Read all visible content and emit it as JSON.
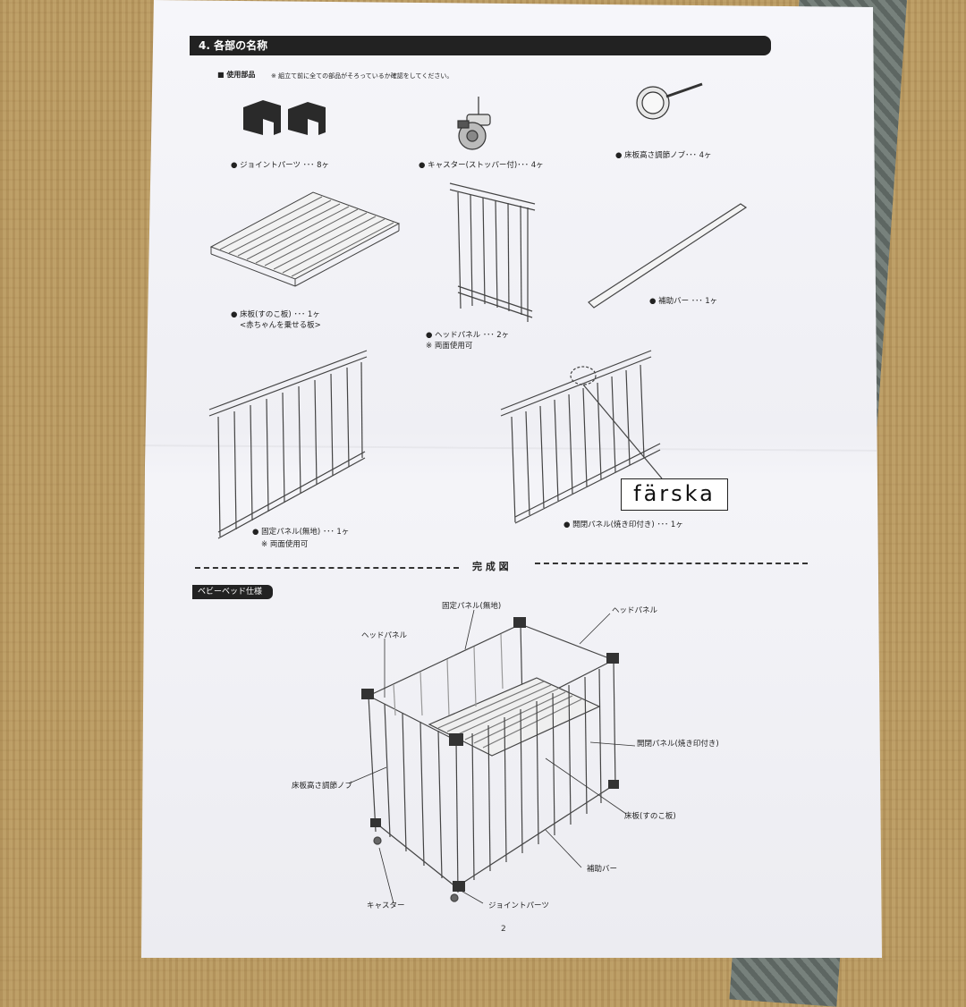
{
  "header": {
    "title": "4. 各部の名称"
  },
  "parts_section": {
    "heading": "■ 使用部品",
    "note": "※ 組立て前に全ての部品がそろっているか確認をしてください。"
  },
  "parts": [
    {
      "label": "● ジョイントパーツ ･･･ 8ヶ"
    },
    {
      "label": "● キャスター(ストッパー付)･･･ 4ヶ"
    },
    {
      "label": "● 床板高さ調節ノブ･･･ 4ヶ"
    },
    {
      "label": "● 床板(すのこ板) ･･･ 1ヶ",
      "sub": "<赤ちゃんを乗せる板>"
    },
    {
      "label": "● ヘッドパネル ･･･ 2ヶ",
      "sub": "※ 両面使用可"
    },
    {
      "label": "● 補助バー ･･･ 1ヶ"
    },
    {
      "label": "● 固定パネル(無地) ･･･ 1ヶ",
      "sub": "※ 両面使用可"
    },
    {
      "label": "● 開閉パネル(焼き印付き) ･･･ 1ヶ"
    }
  ],
  "logo": "färska",
  "completed": {
    "title": "完 成 図",
    "spec_tag": "ベビーベッド仕様",
    "callouts": {
      "fixed_panel": "固定パネル(無地)",
      "head_panel_right": "ヘッドパネル",
      "head_panel_left": "ヘッドパネル",
      "open_panel": "開閉パネル(焼き印付き)",
      "knob": "床板高さ調節ノブ",
      "floor": "床板(すのこ板)",
      "bar": "補助バー",
      "caster": "キャスター",
      "joint": "ジョイントパーツ"
    }
  },
  "page_number": "2"
}
